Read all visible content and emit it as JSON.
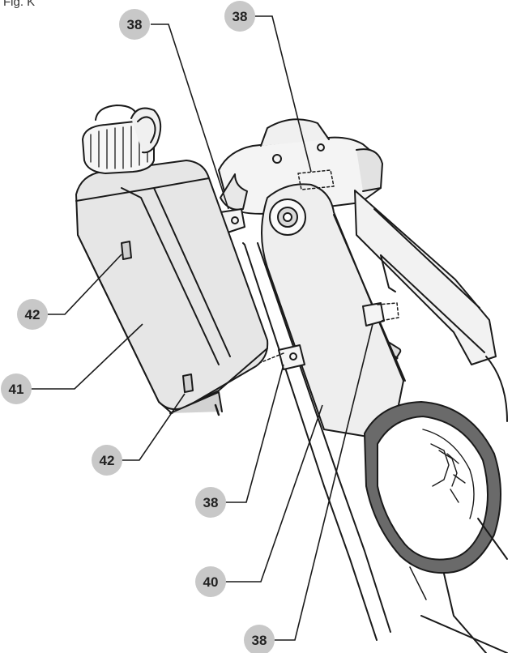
{
  "figure_label": "Fig. K",
  "callouts": [
    {
      "id": "c38a",
      "label": "38"
    },
    {
      "id": "c38b",
      "label": "38"
    },
    {
      "id": "c42a",
      "label": "42"
    },
    {
      "id": "c41",
      "label": "41"
    },
    {
      "id": "c42b",
      "label": "42"
    },
    {
      "id": "c38c",
      "label": "38"
    },
    {
      "id": "c40",
      "label": "40"
    },
    {
      "id": "c38d",
      "label": "38"
    }
  ],
  "colors": {
    "callout_fill": "#c8c8c8",
    "line": "#1a1a1a",
    "tank_fill": "#e6e6e6",
    "tank_shade": "#d2d2d2",
    "guard_dark": "#6a6a6a"
  }
}
